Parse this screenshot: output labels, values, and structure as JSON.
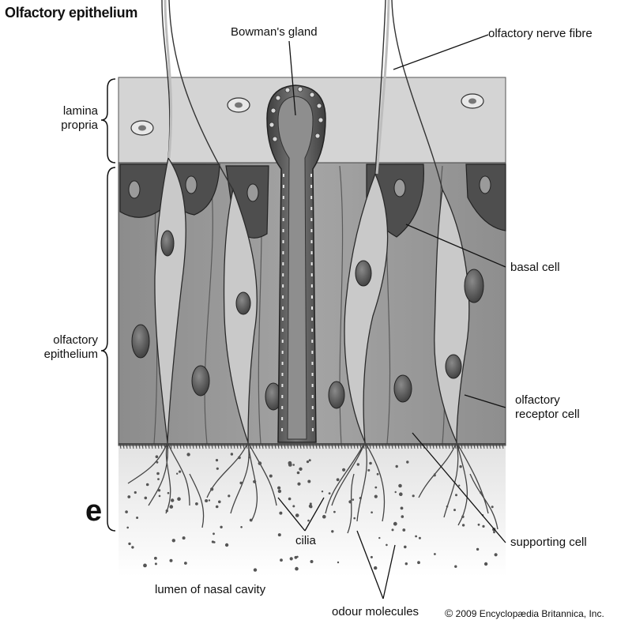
{
  "title": "Olfactory epithelium",
  "labels": {
    "bowmans_gland": "Bowman's gland",
    "olfactory_nerve_fibre": "olfactory nerve fibre",
    "lamina_propria": [
      "lamina",
      "propria"
    ],
    "olfactory_epithelium": [
      "olfactory",
      "epithelium"
    ],
    "basal_cell": "basal cell",
    "olfactory_receptor_cell": [
      "olfactory",
      "receptor cell"
    ],
    "supporting_cell": "supporting cell",
    "cilia": "cilia",
    "lumen": "lumen of nasal cavity",
    "odour_molecules": "odour molecules"
  },
  "left_fragment": "e",
  "copyright": {
    "symbol": "©",
    "text": "2009 Encyclopædia Britannica, Inc."
  },
  "colors": {
    "lamina": "#d6d6d6",
    "epithelium": "#9a9a9a",
    "basal": "#4a4a4a",
    "receptor_cell": "#c8c8c8",
    "nucleus": "#666666",
    "lumen": "#ececec",
    "line": "#222222"
  }
}
